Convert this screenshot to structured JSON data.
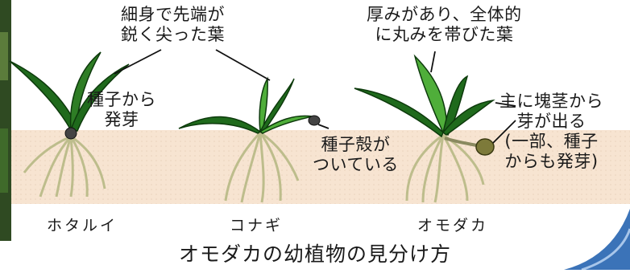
{
  "annotations": {
    "slender_leaf": [
      "細身で先端が",
      "鋭く尖った葉"
    ],
    "rounded_leaf": [
      "厚みがあり、全体的",
      "に丸みを帯びた葉"
    ],
    "seed_sprout": [
      "種子から",
      "発芽"
    ],
    "seed_husk": [
      "種子殻が",
      "ついている"
    ],
    "tuber_sprout": [
      "主に塊茎から",
      "芽が出る",
      "(一部、種子",
      "からも発芽)"
    ]
  },
  "plants": [
    "ホタルイ",
    "コナギ",
    "オモダカ"
  ],
  "caption": "オモダカの幼植物の見分け方",
  "colors": {
    "soil": "#f7e4d1",
    "leaf_dark": "#1f6a1c",
    "leaf_light": "#4fae3a",
    "root": "#c8c79a",
    "seed": "#444444",
    "tuber": "#7d7a3a",
    "accent_blue": "#3b73b8"
  }
}
